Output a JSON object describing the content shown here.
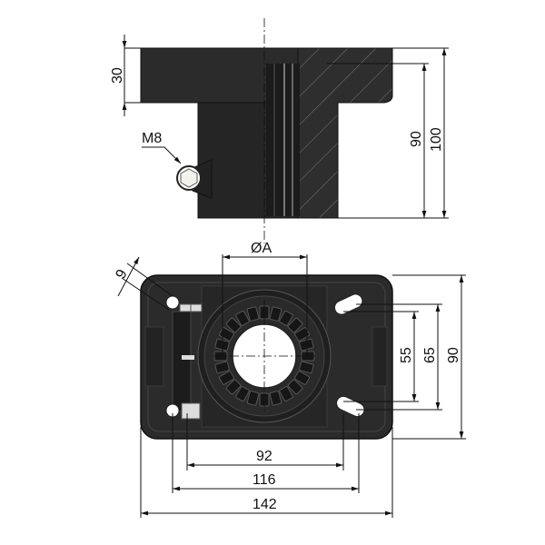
{
  "side_view": {
    "flange_height": "30",
    "body_height": "90",
    "total_height": "100",
    "bolt_label": "M8"
  },
  "bottom_view": {
    "bore_label": "ØA",
    "slot_width": "9",
    "inner_hole_spacing_y": "55",
    "outer_hole_spacing_y": "65",
    "plate_height": "90",
    "inner_hole_spacing_x": "92",
    "outer_hole_spacing_x": "116",
    "plate_width": "142"
  },
  "colors": {
    "part": "#2a2a2a",
    "part_edge": "#111111",
    "hole": "#ffffff"
  }
}
